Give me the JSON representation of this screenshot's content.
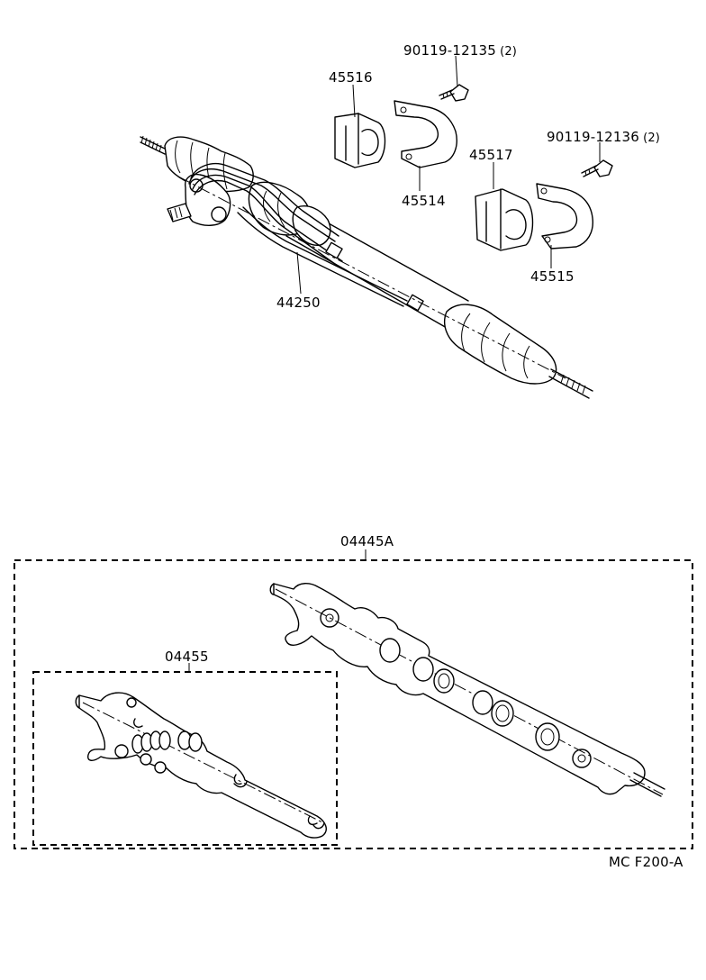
{
  "parts": {
    "p90119_12135": {
      "number": "90119-12135",
      "qty": "(2)"
    },
    "p45516": "45516",
    "p45514": "45514",
    "p90119_12136": {
      "number": "90119-12136",
      "qty": "(2)"
    },
    "p45517": "45517",
    "p45515": "45515",
    "p44250": "44250",
    "p04445A": "04445A",
    "p04455": "04455"
  },
  "figure_code": "MC F200-A"
}
